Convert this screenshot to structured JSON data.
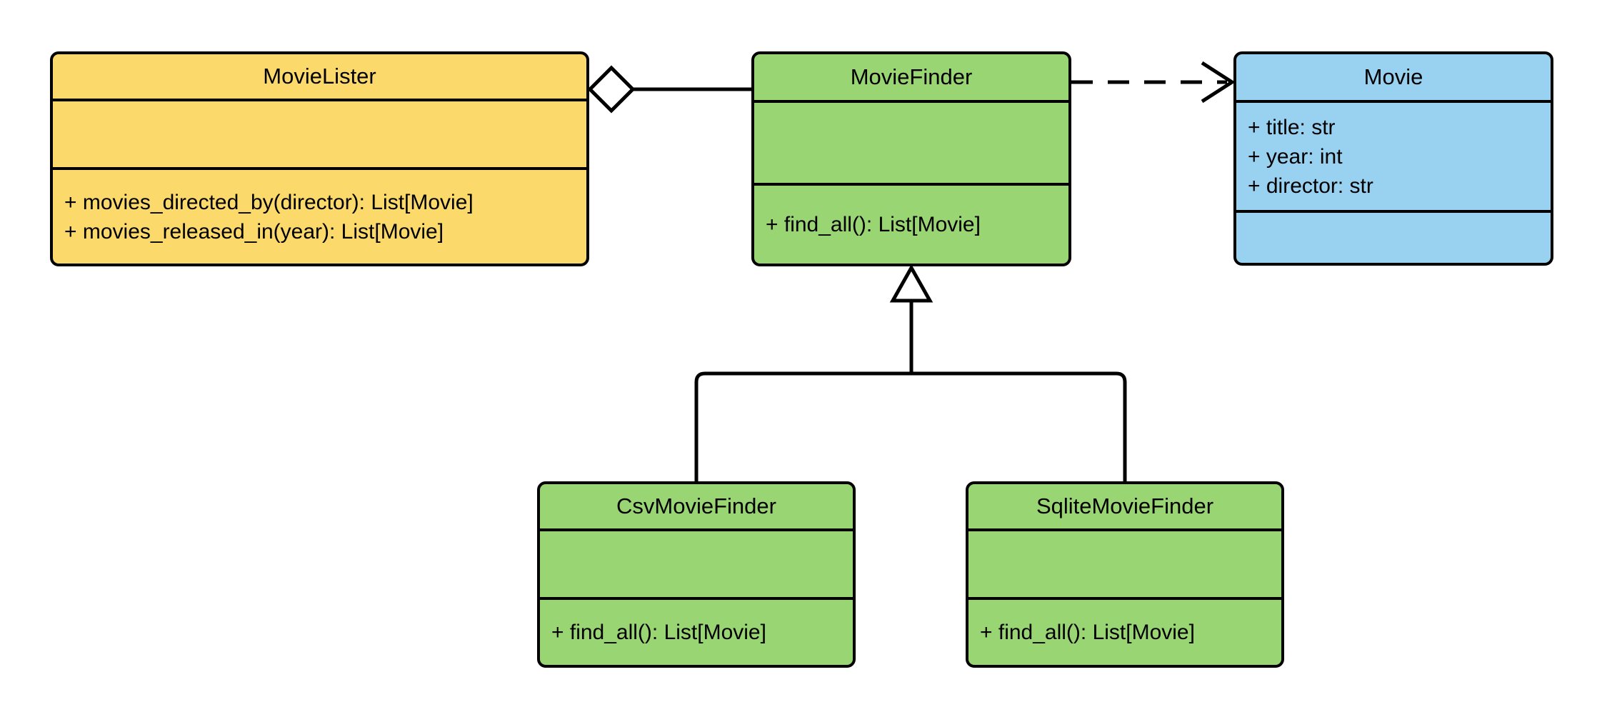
{
  "colors": {
    "yellow": "#FCD96B",
    "green": "#9AD574",
    "blue": "#99D1F1",
    "line": "#000000",
    "text": "#000000",
    "background": "#FFFFFF"
  },
  "classes": {
    "movie_lister": {
      "title": "MovieLister",
      "attributes": [],
      "methods": [
        "+ movies_directed_by(director): List[Movie]",
        "+ movies_released_in(year): List[Movie]"
      ]
    },
    "movie_finder": {
      "title": "MovieFinder",
      "attributes": [],
      "methods": [
        "+ find_all(): List[Movie]"
      ]
    },
    "movie": {
      "title": "Movie",
      "attributes": [
        "+ title: str",
        "+ year: int",
        "+ director: str"
      ],
      "methods": []
    },
    "csv_movie_finder": {
      "title": "CsvMovieFinder",
      "attributes": [],
      "methods": [
        "+ find_all(): List[Movie]"
      ]
    },
    "sqlite_movie_finder": {
      "title": "SqliteMovieFinder",
      "attributes": [],
      "methods": [
        "+ find_all(): List[Movie]"
      ]
    }
  },
  "relationships": [
    {
      "type": "aggregation",
      "from": "MovieLister",
      "to": "MovieFinder"
    },
    {
      "type": "dependency",
      "from": "MovieFinder",
      "to": "Movie"
    },
    {
      "type": "generalization",
      "from": "CsvMovieFinder",
      "to": "MovieFinder"
    },
    {
      "type": "generalization",
      "from": "SqliteMovieFinder",
      "to": "MovieFinder"
    }
  ]
}
